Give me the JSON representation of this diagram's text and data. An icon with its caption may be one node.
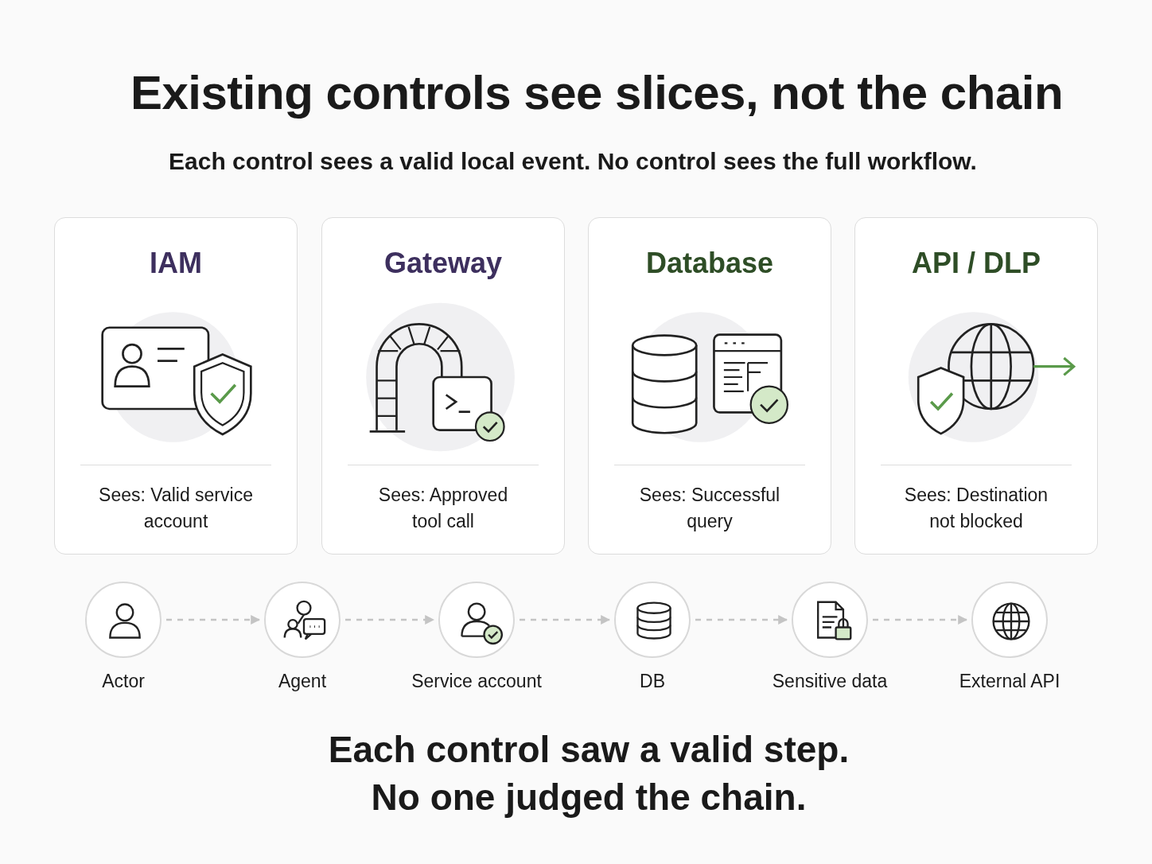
{
  "diagram": {
    "title": "Existing controls see slices, not the chain",
    "caption": "Each control saw a valid step. No one judged the chain.",
    "nodes": [
      {
        "text": [
          "IAM",
          "Sees: Valid service account"
        ]
      },
      {
        "text": [
          "Gateway",
          "Sees: Approved tool call"
        ]
      },
      {
        "text": [
          "Database",
          "Sees: Successful query"
        ]
      },
      {
        "text": [
          "API / DLP",
          "Sees: Destination not blocked"
        ]
      },
      {
        "text": [
          "Actor"
        ]
      },
      {
        "text": [
          "Agent"
        ]
      },
      {
        "text": [
          "Service account"
        ]
      },
      {
        "text": [
          "DB"
        ]
      },
      {
        "text": [
          "Sensitive data"
        ]
      },
      {
        "text": [
          "External API"
        ]
      }
    ],
    "edges": [
      {
        "from": 4,
        "to": 5,
        "arrow": "to",
        "style": "dashed"
      },
      {
        "from": 5,
        "to": 6,
        "arrow": "to",
        "style": "dashed"
      },
      {
        "from": 6,
        "to": 7,
        "arrow": "to",
        "style": "dashed"
      },
      {
        "from": 7,
        "to": 8,
        "arrow": "to",
        "style": "dashed"
      },
      {
        "from": 8,
        "to": 9,
        "arrow": "to",
        "style": "dashed"
      }
    ],
    "labels": [
      "Each control sees a valid local event. No control sees the full workflow."
    ]
  }
}
